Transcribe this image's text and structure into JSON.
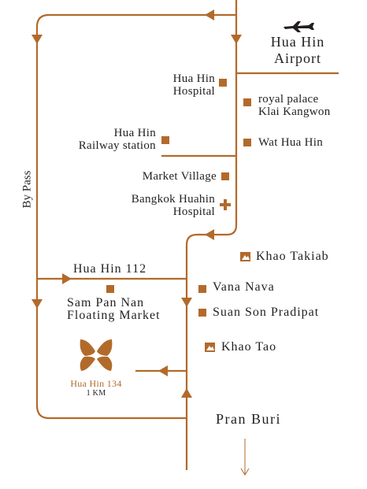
{
  "colors": {
    "road": "#b26a2b",
    "text": "#231f20",
    "background": "#ffffff"
  },
  "airport": {
    "line1": "Hua Hin",
    "line2": "Airport",
    "icon": "airplane-icon"
  },
  "places": {
    "hospital": {
      "line1": "Hua Hin",
      "line2": "Hospital"
    },
    "royal_palace": {
      "line1": "royal palace",
      "line2": "Klai Kangwon"
    },
    "railway": {
      "line1": "Hua Hin",
      "line2": "Railway station"
    },
    "wat": {
      "label": "Wat Hua Hin"
    },
    "market_village": {
      "label": "Market Village"
    },
    "bangkok_hospital": {
      "line1": "Bangkok Huahin",
      "line2": "Hospital"
    },
    "khao_takiab": {
      "label": "Khao Takiab"
    },
    "vana_nava": {
      "label": "Vana Nava"
    },
    "sam_pan_nan": {
      "line1": "Sam Pan Nan",
      "line2": "Floating Market"
    },
    "suan_son": {
      "label": "Suan Son Pradipat"
    },
    "khao_tao": {
      "label": "Khao Tao"
    },
    "hua_hin_134": {
      "label": "Hua Hin 134",
      "distance": "1 KM",
      "icon": "butterfly-logo"
    }
  },
  "roads": {
    "bypass": "By Pass",
    "hua_hin_112": "Hua Hin 112"
  },
  "destination": {
    "label": "Pran Buri"
  }
}
